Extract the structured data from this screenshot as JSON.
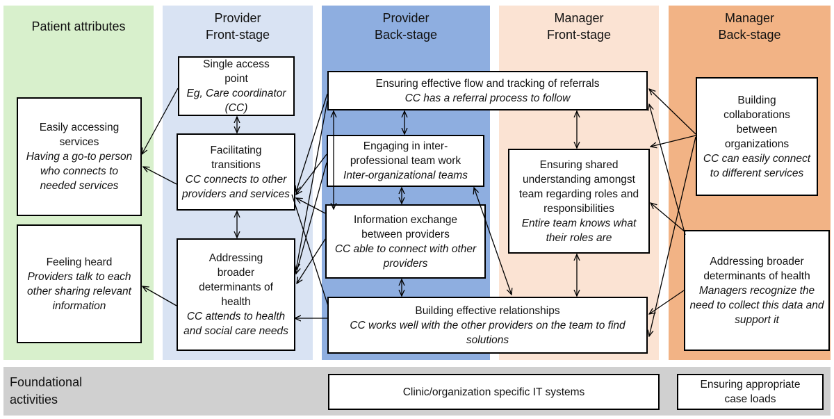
{
  "colors": {
    "patient": "#d8f0cc",
    "provider_front": "#d9e3f3",
    "provider_back": "#8eaee0",
    "manager_front": "#fbe3d3",
    "manager_back": "#f2b385",
    "foundation": "#d0d0d0"
  },
  "lanes": {
    "patient": {
      "title1": "Patient attributes"
    },
    "provider_front": {
      "title1": "Provider",
      "title2": "Front-stage"
    },
    "provider_back": {
      "title1": "Provider",
      "title2": "Back-stage"
    },
    "manager_front": {
      "title1": "Manager",
      "title2": "Front-stage"
    },
    "manager_back": {
      "title1": "Manager",
      "title2": "Back-stage"
    }
  },
  "patient": {
    "access": {
      "title": "Easily accessing services",
      "sub": "Having a go-to person who connects to needed services"
    },
    "heard": {
      "title": "Feeling heard",
      "sub": "Providers talk to each other sharing relevant information"
    }
  },
  "provider_front": {
    "single": {
      "title": "Single access point",
      "sub": "Eg, Care coordinator (CC)"
    },
    "transitions": {
      "title": "Facilitating transitions",
      "sub": "CC connects to other providers and services"
    },
    "determinants": {
      "title": "Addressing broader determinants of health",
      "sub": "CC attends to health and social care needs"
    }
  },
  "provider_back": {
    "referrals": {
      "title": "Ensuring effective flow and tracking of referrals",
      "sub": "CC has a referral process to follow"
    },
    "teamwork": {
      "title": "Engaging in inter-professional team work",
      "sub": "Inter-organizational teams"
    },
    "exchange": {
      "title": "Information exchange between providers",
      "sub": "CC able to connect with other providers"
    },
    "relationships": {
      "title": "Building effective relationships",
      "sub": "CC works well with the other providers on the team to find solutions"
    }
  },
  "manager_front": {
    "shared": {
      "title": "Ensuring shared understanding amongst team regarding roles and responsibilities",
      "sub": "Entire team knows what their roles are"
    }
  },
  "manager_back": {
    "collab": {
      "title": "Building collaborations between organizations",
      "sub": "CC can easily connect to different services"
    },
    "determinants": {
      "title": "Addressing broader determinants of health",
      "sub": "Managers recognize the need to collect this data and support it"
    }
  },
  "foundation": {
    "title1": "Foundational",
    "title2": "activities",
    "it": "Clinic/organization specific IT systems",
    "caseloads": "Ensuring appropriate case loads"
  }
}
